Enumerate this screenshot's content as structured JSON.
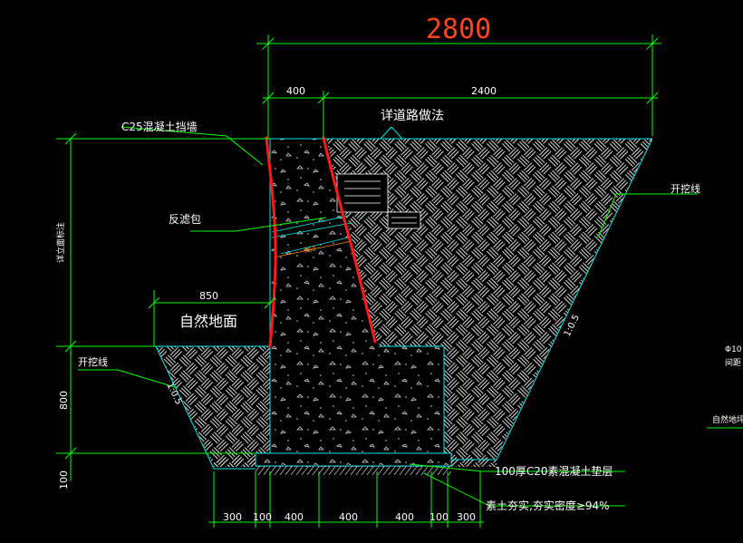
{
  "dimensions": {
    "overall": "2800",
    "top_left": "400",
    "top_right": "2400",
    "left_850": "850",
    "left_height_a": "800",
    "left_height_b": "100",
    "bottom": [
      "300",
      "100",
      "400",
      "400",
      "400",
      "100",
      "300"
    ],
    "drain_small": "360"
  },
  "labels": {
    "road_detail": "详道路做法",
    "c25_wall": "C25混凝土挡墙",
    "filter_bag": "反滤包",
    "natural_ground": "自然地面",
    "excavation_left": "开挖线",
    "excavation_right": "开挖线",
    "slope_left": "1:0.5",
    "slope_right": "1:0.5",
    "vertical_left": "详立面标注",
    "c20_cushion": "100厚C20素混凝土垫层",
    "compaction": "素土夯实,夯实密度≥94%",
    "right_edge_1": "Φ10",
    "right_edge_2": "间距",
    "right_edge_3": "自然地坪"
  },
  "colors": {
    "background": "#000000",
    "dimension": "#00ff00",
    "outline": "#00e5e5",
    "hatch": "#ffffff",
    "title": "#ff4422",
    "red_line": "#ff1a1a",
    "text": "#ffffff"
  }
}
